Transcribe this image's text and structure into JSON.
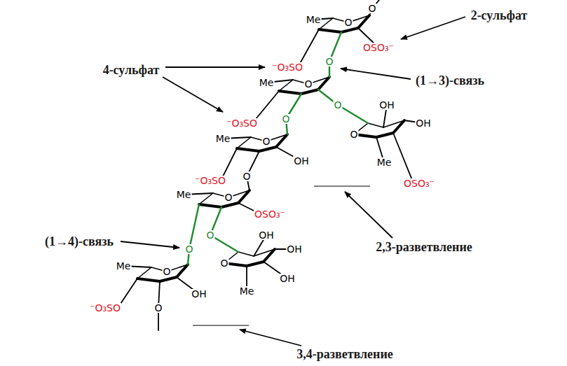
{
  "diagram": {
    "labels": [
      "O",
      "2-сульфат",
      "Me",
      "O",
      "OSO₃⁻",
      "O",
      "4-сульфат",
      "⁻O₃SO",
      "(1→3)-связь",
      "Me",
      "O",
      "O",
      "OH",
      "O",
      "⁻O₃SO",
      "OH",
      "O",
      "Me",
      "O",
      "OH",
      "Me",
      "⁻O₃SO",
      "O",
      "OSO₃⁻",
      "Me",
      "O",
      "OSO₃⁻",
      "O",
      "OH",
      "(1→4)-связь",
      "2,3-разветвление",
      "O",
      "OH",
      "O",
      "Me",
      "O",
      "OH",
      "Me",
      "OH",
      "⁻O₃SO",
      "O",
      "3,4-разветвление"
    ]
  }
}
